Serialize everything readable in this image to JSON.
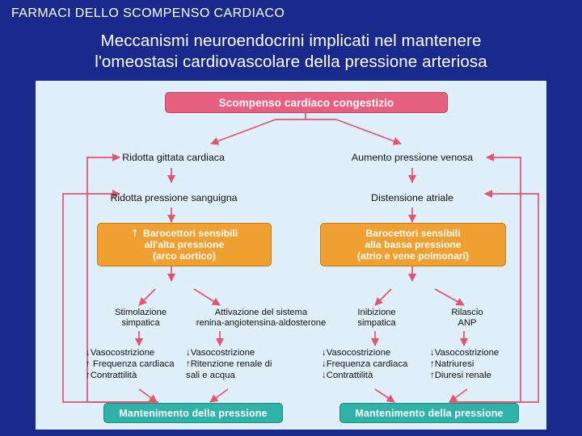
{
  "slide": {
    "header": "FARMACI DELLO SCOMPENSO CARDIACO",
    "title_line1": "Meccanismi neuroendocrini implicati nel mantenere",
    "title_line2": "l'omeostasi cardiovascolare della pressione arteriosa",
    "background_color": "#1a2a8c",
    "panel_color": "#dff0fa"
  },
  "diagram": {
    "type": "flowchart",
    "accent_colors": {
      "top_node": "#e8607f",
      "baroreceptor_node": "#f0a030",
      "outcome_node": "#2fb3a8",
      "arrow": "#e8526f"
    },
    "nodes": {
      "top": "Scompenso cardiaco congestizio",
      "left_1": "Ridotta gittata cardiaca",
      "left_2": "Ridotta pressione sanguigna",
      "left_3_line1": "Barocettori sensibili",
      "left_3_line2": "all'alta pressione",
      "left_3_line3": "(arco aortico)",
      "left_4a_line1": "Stimolazione",
      "left_4a_line2": "simpatica",
      "left_4b_line1": "Attivazione del sistema",
      "left_4b_line2": "renina-angiotensina-aldosterone",
      "left_5a_line1": "↓Vasocostrizione",
      "left_5a_line2": "↑ Frequenza cardiaca",
      "left_5a_line3": "↑Contrattilità",
      "left_5b_line1": "↓Vasocostrizione",
      "left_5b_line2": "↑Ritenzione renale di",
      "left_5b_line3": "sali e acqua",
      "left_out": "Mantenimento della pressione",
      "right_1": "Aumento pressione venosa",
      "right_2": "Distensione atriale",
      "right_3_line1": "Barocettori sensibili",
      "right_3_line2": "alla bassa pressione",
      "right_3_line3": "(atrio e vene polmonari)",
      "right_4a_line1": "Inibizione",
      "right_4a_line2": "simpatica",
      "right_4b_line1": "Rilascio",
      "right_4b_line2": "ANP",
      "right_5a_line1": "↓Vasocostrizione",
      "right_5a_line2": "↓Frequenza cardiaca",
      "right_5a_line3": "↓Contrattilità",
      "right_5b_line1": "↓Vasocostrizione",
      "right_5b_line2": "↑Natriuresi",
      "right_5b_line3": "↑Diuresi renale",
      "right_out": "Mantenimento della pressione"
    }
  }
}
